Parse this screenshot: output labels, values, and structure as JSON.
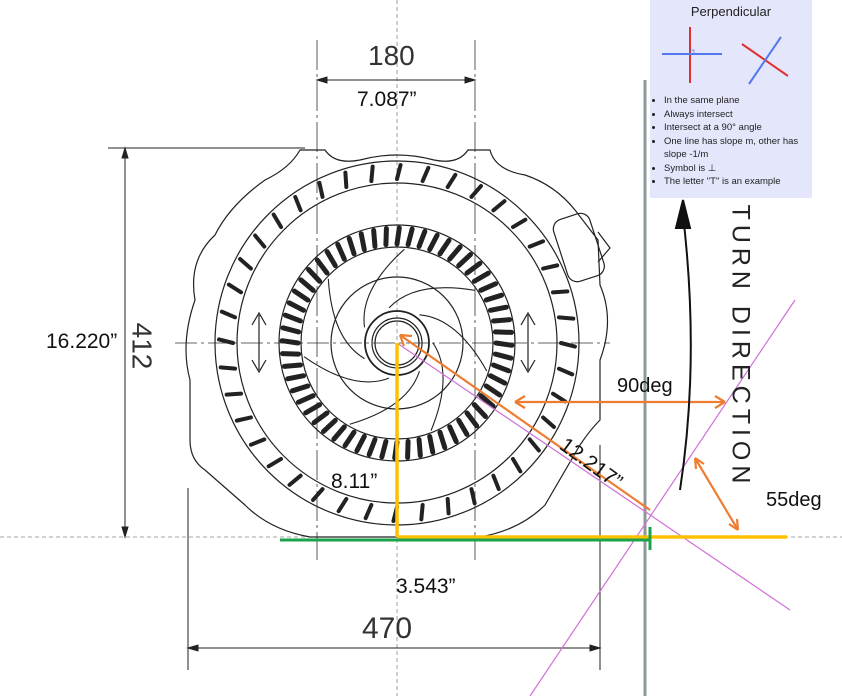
{
  "drawing": {
    "top_dimension_mm": "180",
    "top_dimension_in": "7.087”",
    "side_dimension_mm": "412",
    "side_dimension_in": "16.220”",
    "bottom_dimension_mm": "470",
    "turn_direction": "TURN DIRECTION"
  },
  "annotations": {
    "angle_90": "90deg",
    "angle_55": "55deg",
    "diagonal": "12.217”",
    "vertical": "8.11”",
    "horizontal": "3.543”"
  },
  "perpendicular_card": {
    "title": "Perpendicular",
    "bullets": [
      "In the same plane",
      "Always intersect",
      "Intersect at a 90° angle",
      "One line has slope m, other has slope -1/m",
      "Symbol is ⊥",
      "The letter \"T\" is an example"
    ]
  },
  "colors": {
    "orange": "#ed7d31",
    "yellow": "#ffc000",
    "green": "#1aa34a",
    "magenta": "#d070d8",
    "gray_line": "#8a9a9a"
  }
}
